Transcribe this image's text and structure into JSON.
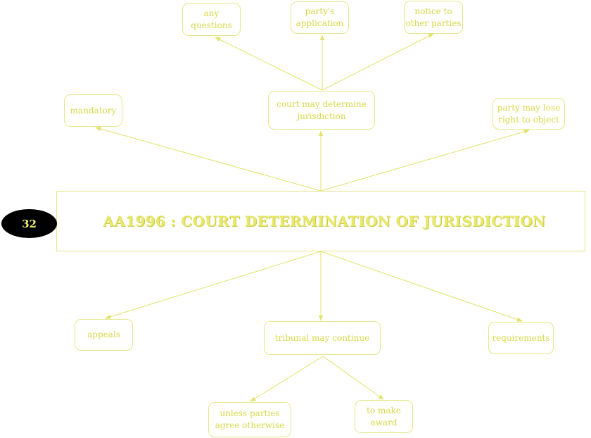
{
  "diagram": {
    "badge": "32",
    "title": "AA1996 : COURT DETERMINATION OF JURISDICTION",
    "nodes": {
      "any_questions": "any\nquestions",
      "partys_application": "party's\napplication",
      "notice_to_other_parties": "notice to\nother parties",
      "mandatory": "mandatory",
      "court_may_determine": "court may determine\njurisdiction",
      "party_may_lose": "party may lose\nright to object",
      "appeals": "appeals",
      "tribunal_may_continue": "tribunal may continue",
      "requirements": "requirements",
      "unless_parties_agree": "unless parties\nagree otherwise",
      "to_make_award": "to make\naward"
    }
  },
  "colors": {
    "line": "#e2e26a",
    "text": "#d8d84a",
    "border": "#e6e68a",
    "badge_bg": "#000000",
    "badge_text": "#f2f27a"
  }
}
